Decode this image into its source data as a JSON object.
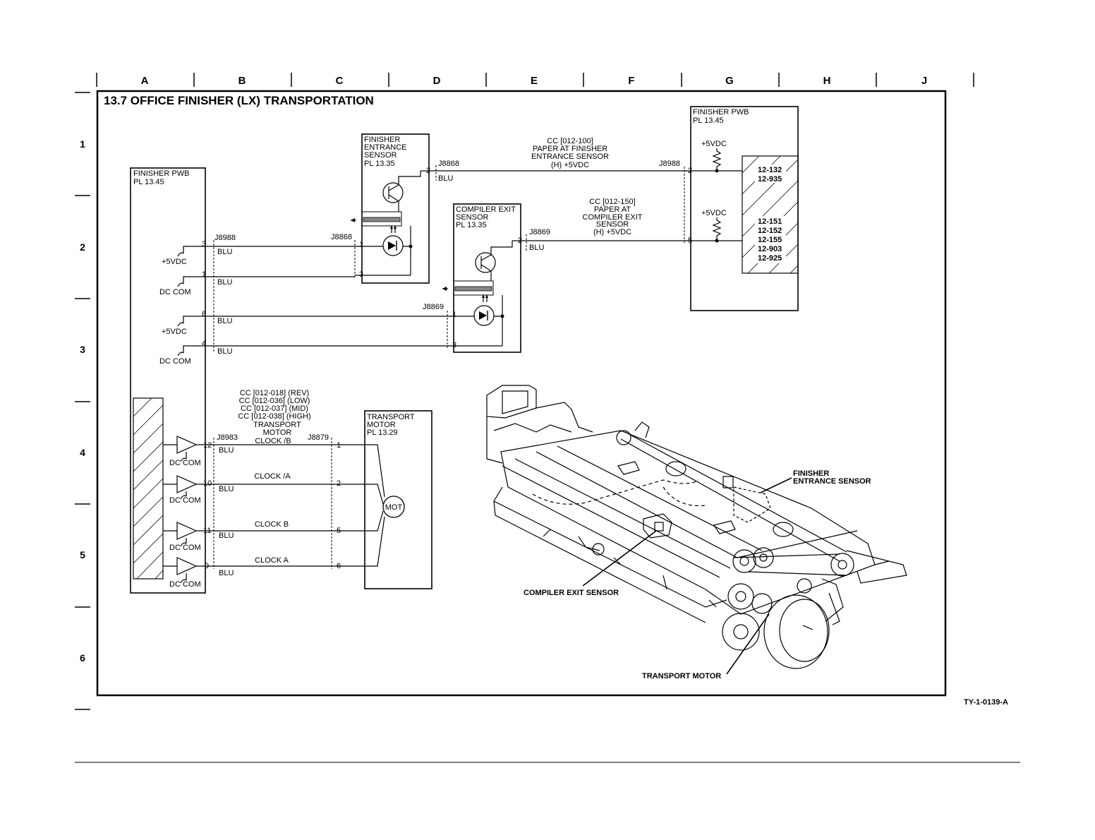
{
  "columns": [
    "A",
    "B",
    "C",
    "D",
    "E",
    "F",
    "G",
    "H",
    "J"
  ],
  "rows": [
    "1",
    "2",
    "3",
    "4",
    "5",
    "6"
  ],
  "title": "13.7 OFFICE FINISHER (LX) TRANSPORTATION",
  "doc_id": "TY-1-0139-A",
  "finisher_pwb_left": {
    "name": "FINISHER PWB",
    "pl": "PL 13.45"
  },
  "finisher_pwb_right": {
    "name": "FINISHER PWB",
    "pl": "PL 13.45",
    "codes_top": [
      "12-132",
      "12-935"
    ],
    "codes_bottom": [
      "12-151",
      "12-152",
      "12-155",
      "12-903",
      "12-925"
    ]
  },
  "entrance_sensor": {
    "line1": "FINISHER",
    "line2": "ENTRANCE",
    "line3": "SENSOR",
    "pl": "PL 13.35"
  },
  "compiler_sensor": {
    "line1": "COMPILER EXIT",
    "line2": "SENSOR",
    "pl": "PL 13.35"
  },
  "transport_motor": {
    "line1": "TRANSPORT",
    "line2": "MOTOR",
    "pl": "PL 13.29",
    "mot": "MOT"
  },
  "cc_entrance": [
    "CC [012-100]",
    "PAPER AT FINISHER",
    "ENTRANCE SENSOR",
    "(H) +5VDC"
  ],
  "cc_compiler": [
    "CC [012-150]",
    "PAPER AT",
    "COMPILER EXIT",
    "SENSOR",
    "(H) +5VDC"
  ],
  "cc_motor": [
    "CC [012-018] (REV)",
    "CC [012-036] (LOW)",
    "CC  [012-037] (MID)",
    "CC [012-038] (HIGH)",
    "TRANSPORT",
    "MOTOR",
    "CLOCK /B"
  ],
  "connectors": {
    "j8988": "J8988",
    "j8868": "J8868",
    "j8869": "J8869",
    "j8983": "J8983",
    "j8879": "J8879"
  },
  "wire_color": "BLU",
  "pins": {
    "p1": "1",
    "p2": "2",
    "p3": "3",
    "p4": "4",
    "p5": "5",
    "p6": "6",
    "p9": "9",
    "p10": "10",
    "p11": "11",
    "p12": "12"
  },
  "power": {
    "vdc": "+5VDC",
    "dccom": "DC COM"
  },
  "signals": {
    "clock_na": "CLOCK /A",
    "clock_b": "CLOCK B",
    "clock_a": "CLOCK A"
  },
  "callouts": {
    "entrance_1": "FINISHER",
    "entrance_2": "ENTRANCE SENSOR",
    "compiler": "COMPILER EXIT SENSOR",
    "motor": "TRANSPORT MOTOR"
  }
}
